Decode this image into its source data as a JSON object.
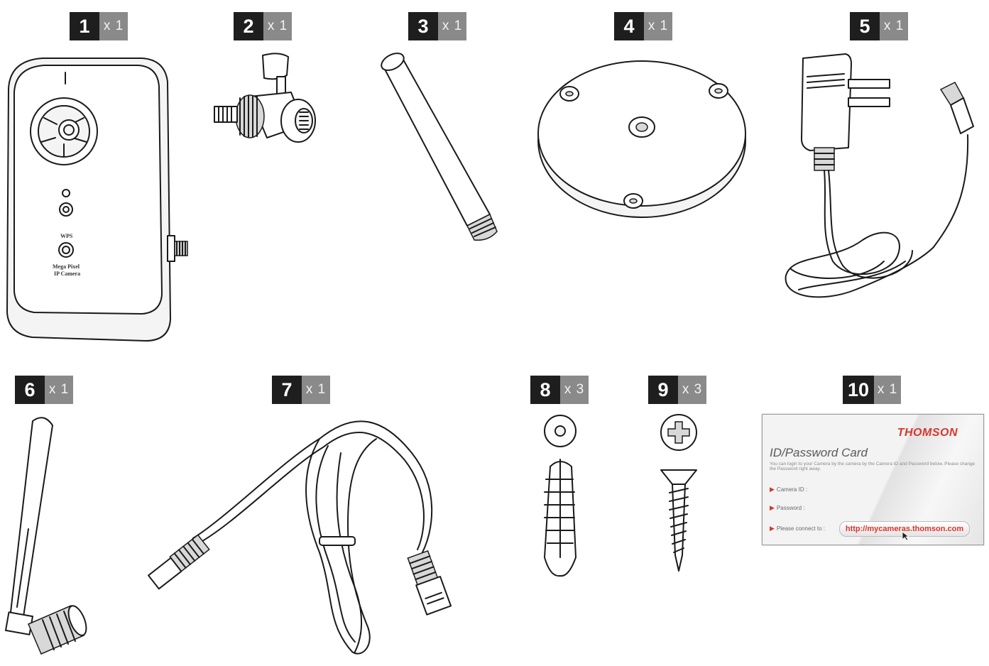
{
  "items": [
    {
      "num": "1",
      "qty": "x 1",
      "icon": "camera-icon"
    },
    {
      "num": "2",
      "qty": "x 1",
      "icon": "bracket-icon"
    },
    {
      "num": "3",
      "qty": "x 1",
      "icon": "rod-icon"
    },
    {
      "num": "4",
      "qty": "x 1",
      "icon": "base-plate-icon"
    },
    {
      "num": "5",
      "qty": "x 1",
      "icon": "power-adapter-icon"
    },
    {
      "num": "6",
      "qty": "x 1",
      "icon": "antenna-icon"
    },
    {
      "num": "7",
      "qty": "x 1",
      "icon": "ethernet-cable-icon"
    },
    {
      "num": "8",
      "qty": "x 3",
      "icon": "wall-plug-icon"
    },
    {
      "num": "9",
      "qty": "x 3",
      "icon": "screw-icon"
    },
    {
      "num": "10",
      "qty": "x 1",
      "icon": "password-card-icon"
    }
  ],
  "camera": {
    "label_wps": "WPS",
    "label_line1": "Mega Pixel",
    "label_line2": "IP Camera"
  },
  "card": {
    "brand": "THOMSON",
    "title": "ID/Password Card",
    "description": "You can login to your Camera by the camera by the Camera ID and Password below. Please change the Password right away.",
    "camera_id_label": "Camera ID :",
    "password_label": "Password :",
    "connect_label": "Please connect to :",
    "url": "http://mycameras.thomson.com"
  }
}
